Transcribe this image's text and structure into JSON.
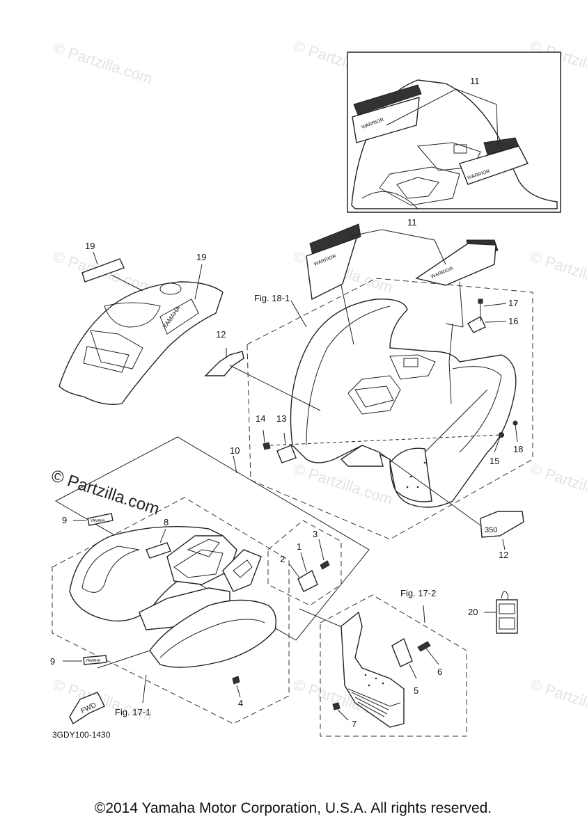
{
  "watermarks": {
    "faint": "© Partzilla.com",
    "main": "© Partzilla.com"
  },
  "callouts": {
    "c1": "1",
    "c2": "2",
    "c3": "3",
    "c4": "4",
    "c5": "5",
    "c6": "6",
    "c7": "7",
    "c8": "8",
    "c9a": "9",
    "c9b": "9",
    "c10": "10",
    "c11a": "11",
    "c11b": "11",
    "c12a": "12",
    "c12b": "12",
    "c13": "13",
    "c14": "14",
    "c15": "15",
    "c16": "16",
    "c17": "17",
    "c18": "18",
    "c19a": "19",
    "c19b": "19",
    "c20": "20"
  },
  "figures": {
    "fig_18_1": "Fig. 18-1",
    "fig_17_1": "Fig. 17-1",
    "fig_17_2": "Fig. 17-2"
  },
  "decals": {
    "yamaha": "YAMAHA",
    "fwd": "FWD",
    "model_350": "350",
    "warrior": "WARRIOR"
  },
  "diagram_code": "3GDY100-1430",
  "copyright": "©2014 Yamaha Motor Corporation, U.S.A. All rights reserved."
}
